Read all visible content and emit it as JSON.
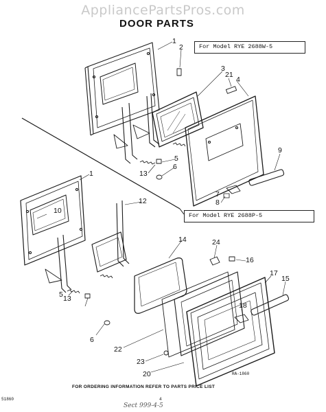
{
  "watermark": "AppliancePartsPros.com",
  "title": "DOOR PARTS",
  "model_upper": "For Model  RYE 2688W-5",
  "model_lower": "For Model  RYE 2688P-5",
  "footer": "FOR ORDERING INFORMATION REFER TO PARTS PRICE LIST",
  "figure_code": "RA-1860",
  "code_left": "51860",
  "page_number": "4",
  "handwritten_note": "Sect 999-4-5",
  "callouts": {
    "c1a": "1",
    "c2": "2",
    "c3": "3",
    "c21": "21",
    "c4": "4",
    "c5a": "5",
    "c6a": "6",
    "c13a": "13",
    "c7": "7",
    "c8": "8",
    "c9": "9",
    "c1b": "1",
    "c10": "10",
    "c12": "12",
    "c14": "14",
    "c24": "24",
    "c16": "16",
    "c17": "17",
    "c15": "15",
    "c18": "18",
    "c5b": "5",
    "c13b": "13",
    "c6b": "6",
    "c22": "22",
    "c23": "23",
    "c20": "20"
  }
}
